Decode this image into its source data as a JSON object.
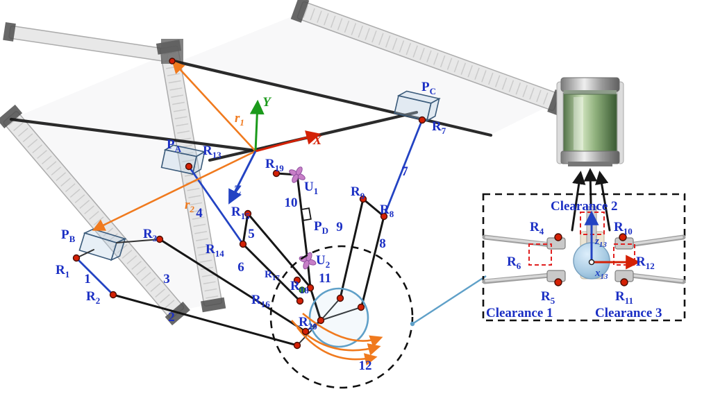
{
  "colors": {
    "label-blue": "#1b2fc4",
    "vector-orange": "#f07a1e",
    "axis-red": "#d42105",
    "axis-green": "#1b9a1b",
    "axis-blue": "#2343c3",
    "link-blue": "#2343c3",
    "joint-red": "#d42105",
    "ujoint-pink": "#c77fc7",
    "platform-cyan": "#5fa0c8",
    "clearance-red": "#e02020"
  },
  "labels": {
    "axis_x": {
      "text": "X"
    },
    "axis_y": {
      "text": "Y"
    },
    "axis_z": {
      "text": "Z"
    },
    "r1_vec": {
      "base": "r",
      "sub": "1"
    },
    "r2_vec": {
      "base": "r",
      "sub": "2"
    },
    "pa": {
      "base": "P",
      "sub": "A"
    },
    "pb": {
      "base": "P",
      "sub": "B"
    },
    "pc": {
      "base": "P",
      "sub": "C"
    },
    "pd": {
      "base": "P",
      "sub": "D"
    },
    "u1": {
      "base": "U",
      "sub": "1"
    },
    "u2": {
      "base": "U",
      "sub": "2"
    },
    "r1": {
      "base": "R",
      "sub": "1"
    },
    "r2": {
      "base": "R",
      "sub": "2"
    },
    "r3": {
      "base": "R",
      "sub": "3"
    },
    "r4": {
      "base": "R",
      "sub": "4"
    },
    "r5": {
      "base": "R",
      "sub": "5"
    },
    "r6": {
      "base": "R",
      "sub": "6"
    },
    "r7": {
      "base": "R",
      "sub": "7"
    },
    "r8": {
      "base": "R",
      "sub": "8"
    },
    "r9": {
      "base": "R",
      "sub": "9"
    },
    "r10": {
      "base": "R",
      "sub": "10"
    },
    "r11": {
      "base": "R",
      "sub": "11"
    },
    "r12": {
      "base": "R",
      "sub": "12"
    },
    "r13": {
      "base": "R",
      "sub": "13"
    },
    "r14": {
      "base": "R",
      "sub": "14"
    },
    "r15": {
      "base": "R",
      "sub": "15"
    },
    "r16": {
      "base": "R",
      "sub": "16"
    },
    "r17": {
      "base": "R",
      "sub": "17"
    },
    "r18": {
      "base": "R",
      "sub": "18"
    },
    "r19": {
      "base": "R",
      "sub": "19"
    },
    "r20": {
      "base": "R",
      "sub": "20"
    },
    "link1": {
      "text": "1"
    },
    "link2": {
      "text": "2"
    },
    "link3": {
      "text": "3"
    },
    "link4": {
      "text": "4"
    },
    "link5": {
      "text": "5"
    },
    "link6": {
      "text": "6"
    },
    "link7": {
      "text": "7"
    },
    "link8": {
      "text": "8"
    },
    "link9": {
      "text": "9"
    },
    "link10": {
      "text": "10"
    },
    "link11": {
      "text": "11"
    },
    "link12": {
      "text": "12"
    },
    "z13": {
      "base": "z",
      "sub": "13"
    },
    "x13": {
      "base": "x",
      "sub": "13"
    },
    "clearance1": {
      "text": "Clearance 1"
    },
    "clearance2": {
      "text": "Clearance 2"
    },
    "clearance3": {
      "text": "Clearance 3"
    }
  }
}
